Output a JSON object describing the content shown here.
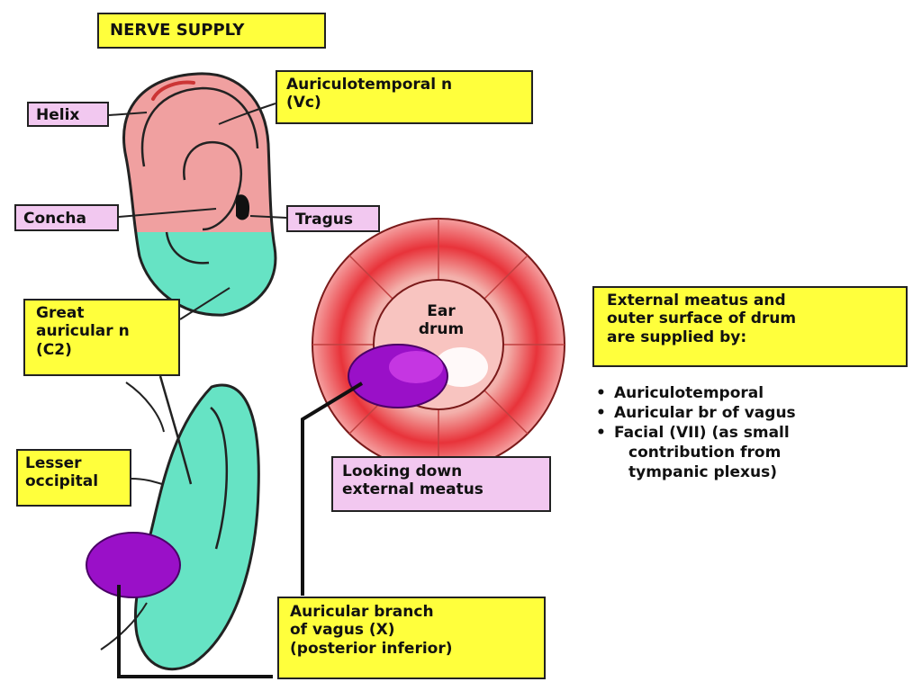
{
  "title": "NERVE SUPPLY",
  "labels": {
    "helix": "Helix",
    "auriculotemporal": [
      "Auriculotemporal n",
      "(Vc)"
    ],
    "concha": "Concha",
    "tragus": "Tragus",
    "great_auricular": [
      "Great",
      "auricular n",
      "(C2)"
    ],
    "lesser_occipital": [
      "Lesser",
      "occipital"
    ],
    "ear_drum": [
      "Ear",
      "drum"
    ],
    "looking_down": [
      "Looking down",
      "external meatus"
    ],
    "auricular_branch": [
      "Auricular branch",
      "of vagus (X)",
      "(posterior inferior)"
    ]
  },
  "external_meatus": {
    "heading": [
      "External meatus and",
      "outer surface of drum",
      "are supplied by:"
    ],
    "bullets": [
      "Auriculotemporal",
      "Auricular br of vagus",
      "Facial (VII) (as small"
    ],
    "continuation": [
      "contribution from",
      "tympanic plexus)"
    ]
  },
  "colors": {
    "label_yellow": "#ffff3c",
    "label_pink": "#f2c8f0",
    "auriculotemporal_region": "#f0a0a0",
    "great_auricular_region": "#66e3c4",
    "vagus_region": "#9a10c8",
    "drum_red": "#e8333a"
  }
}
